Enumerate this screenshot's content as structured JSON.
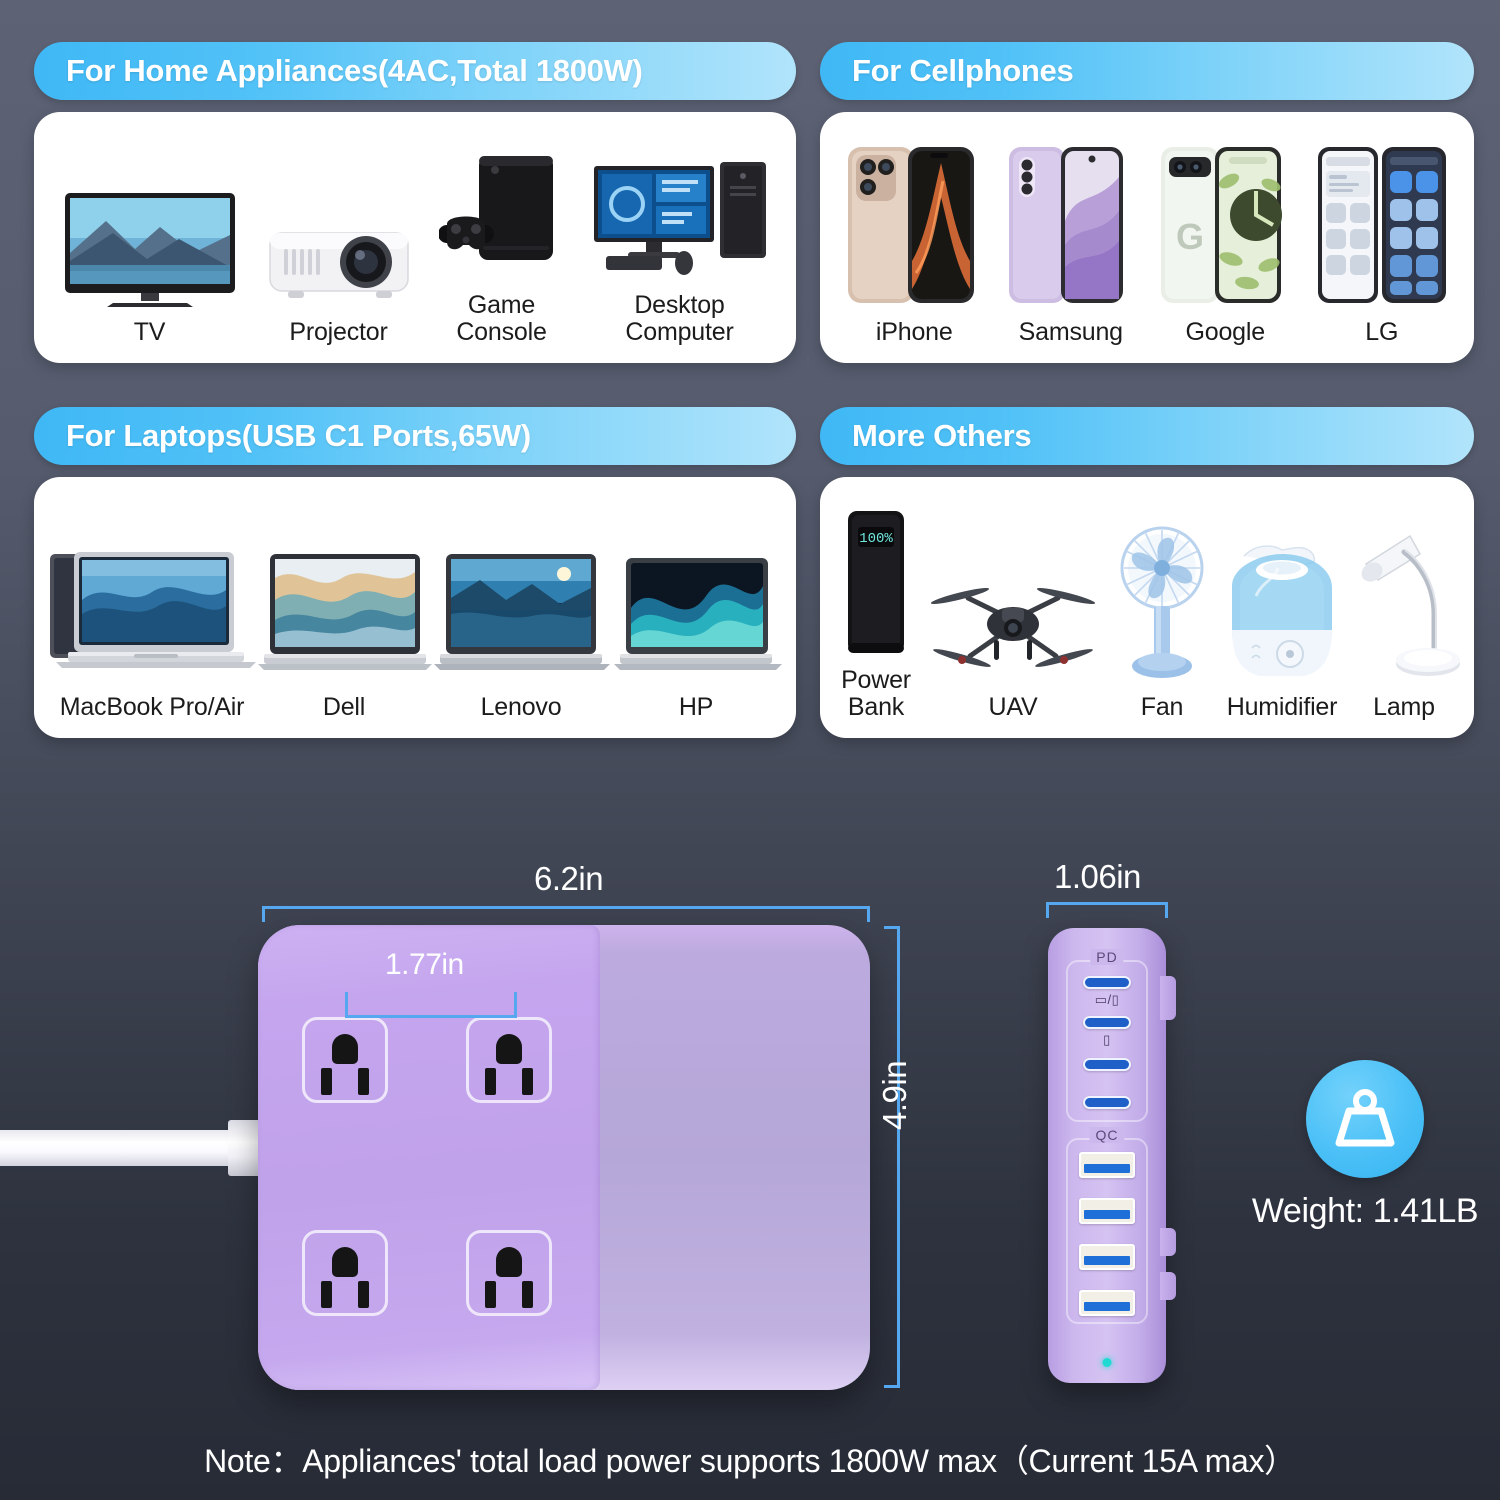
{
  "theme": {
    "background_top": "#5d6375",
    "background_bottom": "#272b36",
    "header_gradient_from": "#3fb8f5",
    "header_gradient_to": "#b1e4fb",
    "dimension_line_color": "#55a8f0",
    "product_purple": "#c0a2ea",
    "led_color": "#1fd9d2"
  },
  "cards": [
    {
      "id": "home-appliances",
      "title": "For Home Appliances(4AC,Total 1800W)",
      "items": [
        {
          "label": "TV",
          "icon": "tv-icon"
        },
        {
          "label": "Projector",
          "icon": "projector-icon"
        },
        {
          "label": "Game\nConsole",
          "icon": "game-console-icon"
        },
        {
          "label": "Desktop\nComputer",
          "icon": "desktop-computer-icon"
        }
      ]
    },
    {
      "id": "cellphones",
      "title": "For Cellphones",
      "items": [
        {
          "label": "iPhone",
          "icon": "iphone-icon"
        },
        {
          "label": "Samsung",
          "icon": "samsung-phone-icon"
        },
        {
          "label": "Google",
          "icon": "google-pixel-icon"
        },
        {
          "label": "LG",
          "icon": "lg-phone-icon"
        }
      ]
    },
    {
      "id": "laptops",
      "title": "For Laptops(USB C1 Ports,65W)",
      "items": [
        {
          "label": "MacBook Pro/Air",
          "icon": "macbook-icon"
        },
        {
          "label": "Dell",
          "icon": "dell-laptop-icon"
        },
        {
          "label": "Lenovo",
          "icon": "lenovo-laptop-icon"
        },
        {
          "label": "HP",
          "icon": "hp-laptop-icon"
        }
      ]
    },
    {
      "id": "more-others",
      "title": "More Others",
      "items": [
        {
          "label": "Power Bank",
          "icon": "power-bank-icon"
        },
        {
          "label": "UAV",
          "icon": "drone-icon"
        },
        {
          "label": "Fan",
          "icon": "fan-icon"
        },
        {
          "label": "Humidifier",
          "icon": "humidifier-icon"
        },
        {
          "label": "Lamp",
          "icon": "desk-lamp-icon"
        }
      ]
    }
  ],
  "product": {
    "dimensions": {
      "width": "6.2in",
      "outlet_spacing": "1.77in",
      "height": "4.9in",
      "thickness": "1.06in"
    },
    "side_view": {
      "pd_group_label": "PD",
      "qc_group_label": "QC",
      "pd_port_count": 4,
      "qc_port_count": 4,
      "pd_first_port_icon": "laptop-phone-icon",
      "pd_second_port_icon": "phone-icon"
    },
    "outlet_count": 4,
    "weight": {
      "icon": "weight-icon",
      "text": "Weight: 1.41LB"
    }
  },
  "note": "Note：Appliances' total load power supports 1800W max（Current 15A max）",
  "power_bank_display": "100%"
}
